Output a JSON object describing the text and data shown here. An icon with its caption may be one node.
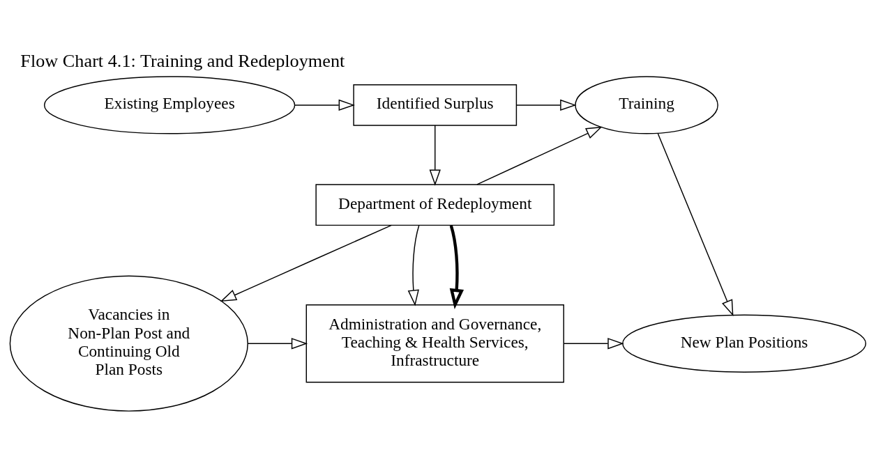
{
  "diagram": {
    "title": "Flow Chart 4.1: Training and Redeployment",
    "nodes": [
      {
        "text": [
          "Existing Employees"
        ]
      },
      {
        "text": [
          "Identified Surplus"
        ]
      },
      {
        "text": [
          "Training"
        ]
      },
      {
        "text": [
          "Department of Redeployment"
        ]
      },
      {
        "text": [
          "Vacancies in Non-Plan Post and Continuing Old Plan Posts"
        ]
      },
      {
        "text": [
          "Administration and Governance, Teaching & Health Services, Infrastructure"
        ]
      },
      {
        "text": [
          "New Plan Positions"
        ]
      }
    ],
    "edges": [
      {
        "from": 0,
        "to": 1,
        "arrow": "to"
      },
      {
        "from": 1,
        "to": 2,
        "arrow": "to"
      },
      {
        "from": 1,
        "to": 3,
        "arrow": "to"
      },
      {
        "from": 3,
        "to": 2,
        "arrow": "to"
      },
      {
        "from": 2,
        "to": 6,
        "arrow": "to"
      },
      {
        "from": 3,
        "to": 5,
        "arrow": "to"
      },
      {
        "from": 3,
        "to": 5,
        "arrow": "to",
        "style": "thick"
      },
      {
        "from": 3,
        "to": 4,
        "arrow": "to"
      },
      {
        "from": 4,
        "to": 5,
        "arrow": "to"
      },
      {
        "from": 5,
        "to": 6,
        "arrow": "to"
      }
    ]
  }
}
